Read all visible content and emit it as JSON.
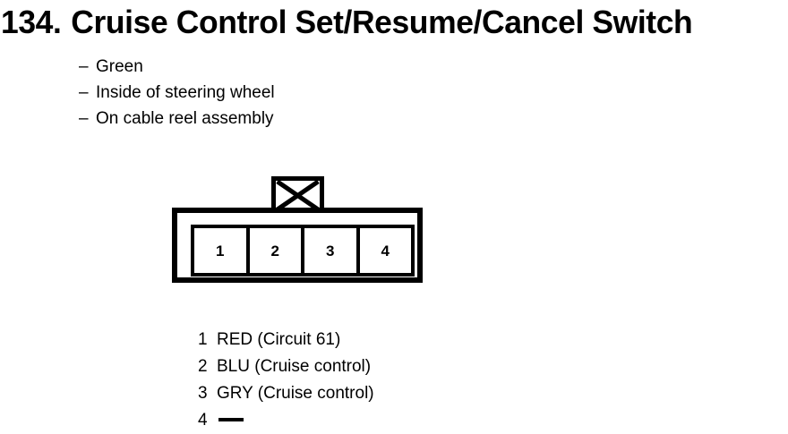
{
  "document": {
    "section_number": "134.",
    "title": "Cruise Control Set/Resume/Cancel Switch",
    "background_color": "#ffffff",
    "ink_color": "#000000"
  },
  "specs": {
    "bullet_marker": "–",
    "items": [
      "Green",
      "Inside of steering wheel",
      "On cable reel assembly"
    ]
  },
  "connector": {
    "tab_label": "locking-tab-x",
    "pin_count": 4,
    "pins": [
      {
        "number": "1"
      },
      {
        "number": "2"
      },
      {
        "number": "3"
      },
      {
        "number": "4"
      }
    ]
  },
  "legend": {
    "rows": [
      {
        "number": "1",
        "description": "RED (Circuit 61)",
        "has_dash": false
      },
      {
        "number": "2",
        "description": "BLU (Cruise control)",
        "has_dash": false
      },
      {
        "number": "3",
        "description": "GRY (Cruise control)",
        "has_dash": false
      },
      {
        "number": "4",
        "description": "",
        "has_dash": true
      }
    ]
  }
}
